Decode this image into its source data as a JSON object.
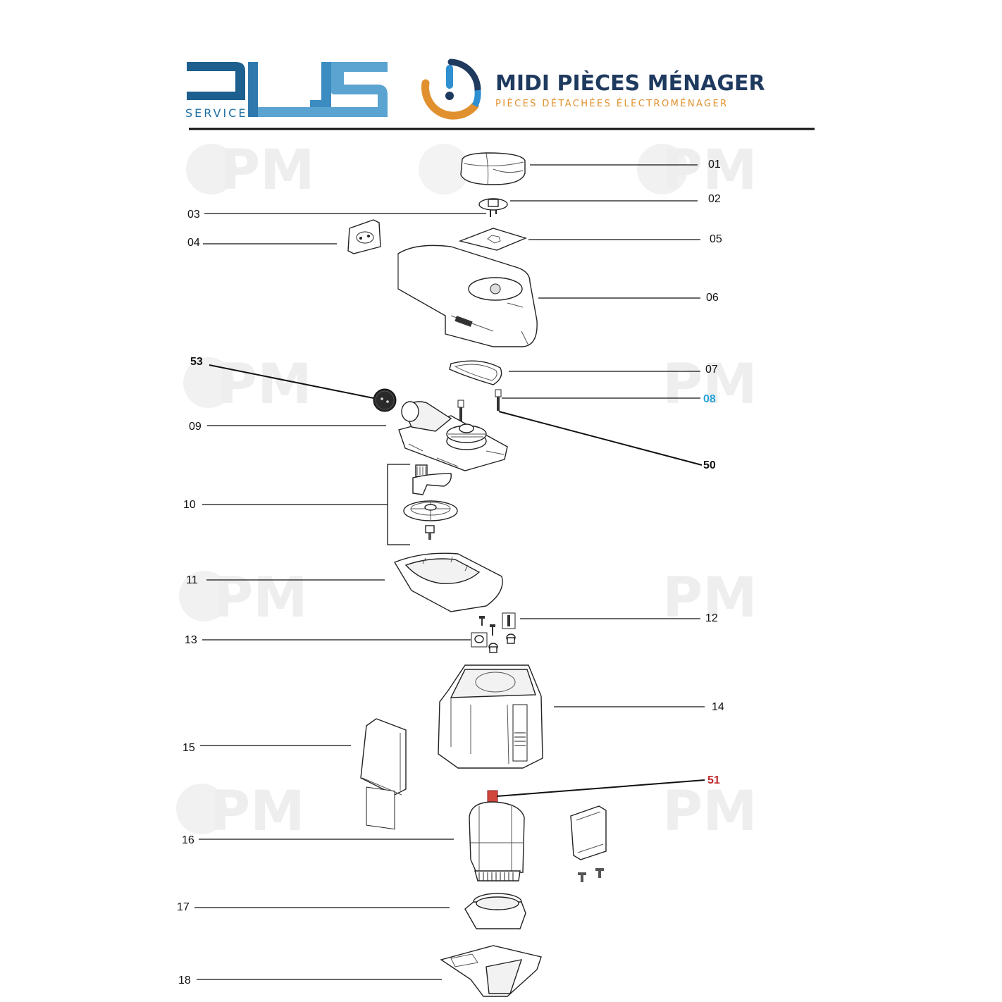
{
  "header": {
    "dls_logo_text": "SERVICE",
    "mpm_title": "MIDI PIÈCES MÉNAGER",
    "mpm_subtitle": "PIÈCES DÉTACHÉES ÉLECTROMÉNAGER",
    "brand_colors": {
      "dls_dark": "#1d5f8f",
      "dls_light": "#5ba3d0",
      "mpm_navy": "#1f3a5f",
      "mpm_orange": "#e0902e",
      "mpm_blue": "#2e8fd1"
    }
  },
  "watermark": {
    "text": "PM"
  },
  "callouts": [
    {
      "id": "01",
      "label": "01",
      "color": "#111111"
    },
    {
      "id": "02",
      "label": "02",
      "color": "#111111"
    },
    {
      "id": "03",
      "label": "03",
      "color": "#111111"
    },
    {
      "id": "04",
      "label": "04",
      "color": "#111111"
    },
    {
      "id": "05",
      "label": "05",
      "color": "#111111"
    },
    {
      "id": "06",
      "label": "06",
      "color": "#111111"
    },
    {
      "id": "53",
      "label": "53",
      "color": "#111111",
      "bold": true
    },
    {
      "id": "07",
      "label": "07",
      "color": "#111111"
    },
    {
      "id": "08",
      "label": "08",
      "color": "#2aa3d8",
      "bold": true
    },
    {
      "id": "09",
      "label": "09",
      "color": "#111111"
    },
    {
      "id": "50",
      "label": "50",
      "color": "#111111",
      "bold": true
    },
    {
      "id": "10",
      "label": "10",
      "color": "#111111"
    },
    {
      "id": "11",
      "label": "11",
      "color": "#111111"
    },
    {
      "id": "12",
      "label": "12",
      "color": "#111111"
    },
    {
      "id": "13",
      "label": "13",
      "color": "#111111"
    },
    {
      "id": "14",
      "label": "14",
      "color": "#111111"
    },
    {
      "id": "15",
      "label": "15",
      "color": "#111111"
    },
    {
      "id": "51",
      "label": "51",
      "color": "#c0272d",
      "bold": true
    },
    {
      "id": "16",
      "label": "16",
      "color": "#111111"
    },
    {
      "id": "17",
      "label": "17",
      "color": "#111111"
    },
    {
      "id": "18",
      "label": "18",
      "color": "#111111"
    }
  ]
}
